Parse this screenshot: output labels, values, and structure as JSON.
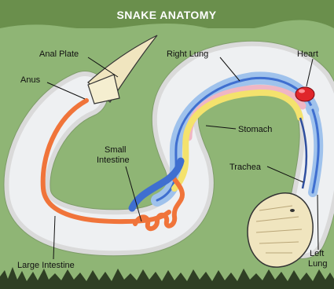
{
  "title": "SNAKE ANATOMY",
  "labels": {
    "anal_plate": "Anal Plate",
    "anus": "Anus",
    "right_lung": "Right Lung",
    "heart": "Heart",
    "stomach": "Stomach",
    "small_intestine_line1": "Small",
    "small_intestine_line2": "Intestine",
    "trachea": "Trachea",
    "large_intestine": "Large Intestine",
    "left_lung_line1": "Left",
    "left_lung_line2": "Lung"
  },
  "colors": {
    "title_bar": "#6a8f4c",
    "background": "#8fb575",
    "body_outline": "#ffffff",
    "skin": "#eef0f2",
    "scales": "#f0e5bf",
    "lung": "#9fc2ec",
    "lung_dark": "#3f6fd0",
    "liver_pink": "#f0b6c4",
    "stomach_yellow": "#f4e26d",
    "intestine": "#f0743a",
    "heart": "#e0262b",
    "trachea_line": "#3050a0"
  }
}
